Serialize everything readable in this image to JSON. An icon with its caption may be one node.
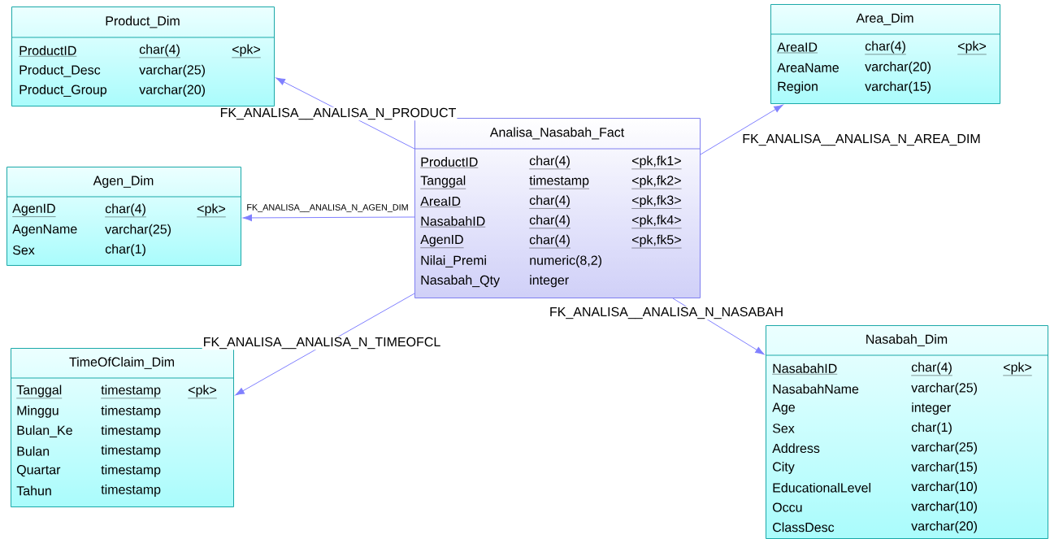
{
  "diagram": {
    "nodes": [
      {
        "text": [
          "Product_Dim",
          "ProductID",
          "char(4)",
          "<pk>",
          "Product_Desc",
          "varchar(25)",
          "Product_Group",
          "varchar(20)"
        ]
      },
      {
        "text": [
          "Area_Dim",
          "AreaID",
          "char(4)",
          "<pk>",
          "AreaName",
          "varchar(20)",
          "Region",
          "varchar(15)"
        ]
      },
      {
        "text": [
          "Analisa_Nasabah_Fact",
          "ProductID",
          "char(4)",
          "<pk,fk1>",
          "Tanggal",
          "timestamp",
          "<pk,fk2>",
          "AreaID",
          "char(4)",
          "<pk,fk3>",
          "NasabahID",
          "char(4)",
          "<pk,fk4>",
          "AgenID",
          "char(4)",
          "<pk,fk5>",
          "Nilai_Premi",
          "numeric(8,2)",
          "Nasabah_Qty",
          "integer"
        ]
      },
      {
        "text": [
          "Agen_Dim",
          "AgenID",
          "char(4)",
          "<pk>",
          "AgenName",
          "varchar(25)",
          "Sex",
          "char(1)"
        ]
      },
      {
        "text": [
          "Nasabah_Dim",
          "NasabahID",
          "char(4)",
          "<pk>",
          "NasabahName",
          "varchar(25)",
          "Age",
          "integer",
          "Sex",
          "char(1)",
          "Address",
          "varchar(25)",
          "City",
          "varchar(15)",
          "EducationalLevel",
          "varchar(10)",
          "Occu",
          "varchar(10)",
          "ClassDesc",
          "varchar(20)"
        ]
      },
      {
        "text": [
          "TimeOfClaim_Dim",
          "Tanggal",
          "timestamp",
          "<pk>",
          "Minggu",
          "timestamp",
          "Bulan_Ke",
          "timestamp",
          "Bulan",
          "timestamp",
          "Quartar",
          "timestamp",
          "Tahun",
          "timestamp"
        ]
      }
    ],
    "edges": [
      {
        "from": 2,
        "to": 0,
        "arrow": "to",
        "label": "FK_ANALISA__ANALISA_N_PRODUCT"
      },
      {
        "from": 2,
        "to": 1,
        "arrow": "to",
        "label": "FK_ANALISA__ANALISA_N_AREA_DIM"
      },
      {
        "from": 2,
        "to": 3,
        "arrow": "to",
        "label": "FK_ANALISA__ANALISA_N_AGEN_DIM"
      },
      {
        "from": 2,
        "to": 5,
        "arrow": "to",
        "label": "FK_ANALISA__ANALISA_N_TIMEOFCL"
      },
      {
        "from": 2,
        "to": 4,
        "arrow": "to",
        "label": "FK_ANALISA__ANALISA_N_NASABAH"
      }
    ]
  }
}
